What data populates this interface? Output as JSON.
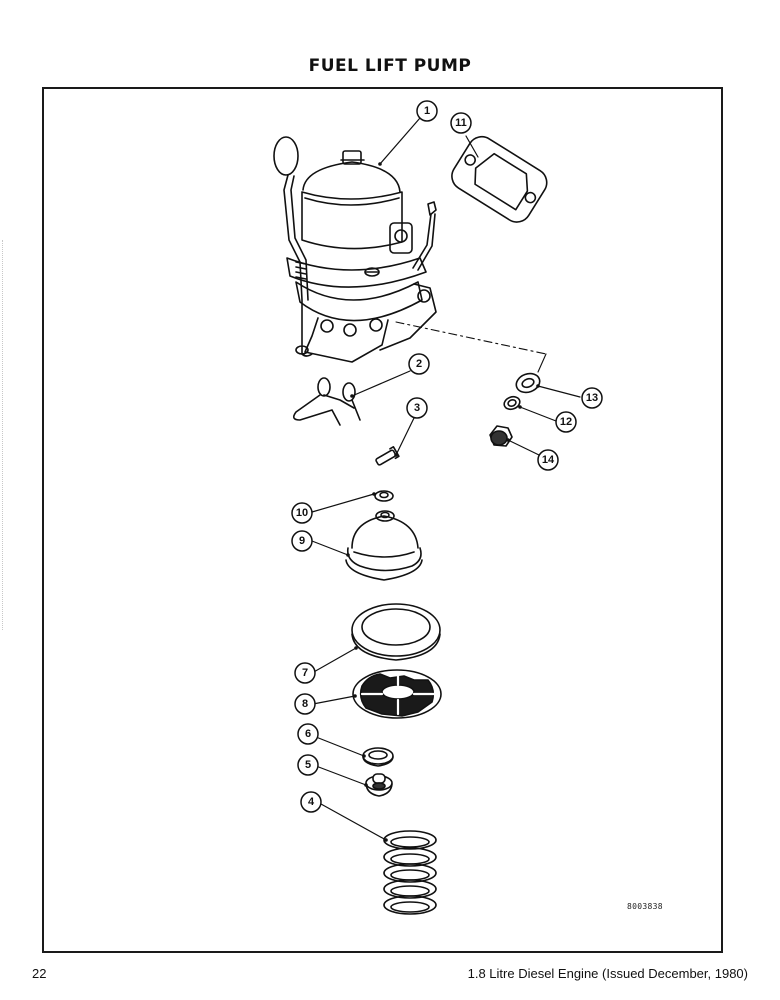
{
  "page": {
    "title": "FUEL LIFT PUMP",
    "page_number": "22",
    "document_title": "1.8 Litre Diesel Engine (Issued December, 1980)",
    "figure_code": "8003838"
  },
  "diagram": {
    "type": "exploded-parts-view",
    "subject": "Fuel lift pump",
    "callouts": [
      {
        "id": "1",
        "label": "1",
        "part": "pump-assembly"
      },
      {
        "id": "2",
        "label": "2",
        "part": "retaining-clip"
      },
      {
        "id": "3",
        "label": "3",
        "part": "pin"
      },
      {
        "id": "4",
        "label": "4",
        "part": "spring"
      },
      {
        "id": "5",
        "label": "5",
        "part": "valve"
      },
      {
        "id": "6",
        "label": "6",
        "part": "valve-seal"
      },
      {
        "id": "7",
        "label": "7",
        "part": "sealing-ring"
      },
      {
        "id": "8",
        "label": "8",
        "part": "filter-screen"
      },
      {
        "id": "9",
        "label": "9",
        "part": "dome-cover"
      },
      {
        "id": "10",
        "label": "10",
        "part": "sealing-washer"
      },
      {
        "id": "11",
        "label": "11",
        "part": "gasket"
      },
      {
        "id": "12",
        "label": "12",
        "part": "spring-washer"
      },
      {
        "id": "13",
        "label": "13",
        "part": "plain-washer"
      },
      {
        "id": "14",
        "label": "14",
        "part": "nut"
      }
    ]
  },
  "colors": {
    "ink": "#111111",
    "paper": "#ffffff",
    "filter_fill": "#1a1a1a"
  }
}
